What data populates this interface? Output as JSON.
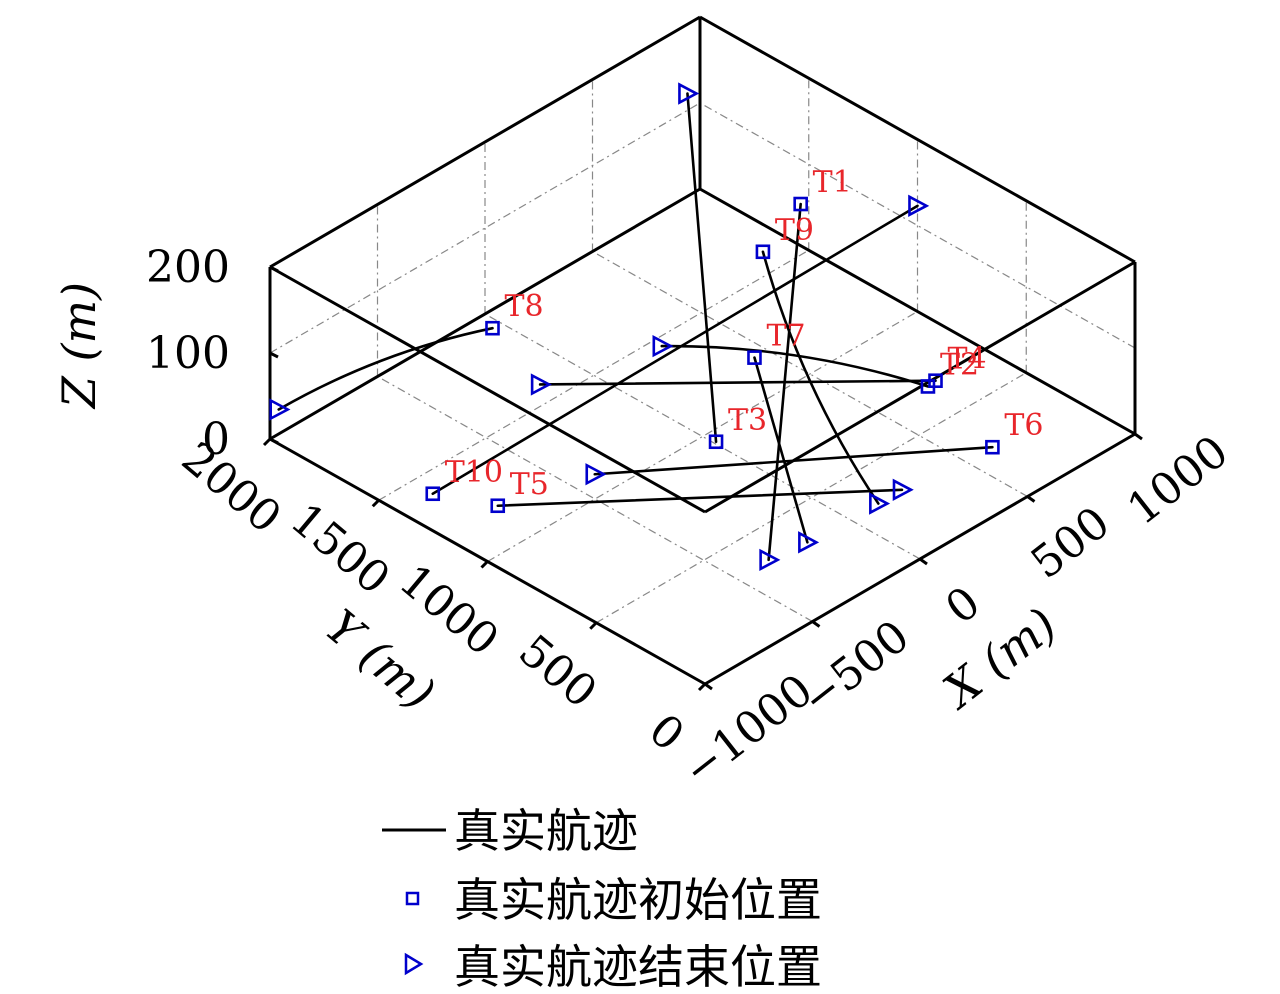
{
  "chart_data": {
    "type": "line3d",
    "xlabel": "X (m)",
    "ylabel": "Y (m)",
    "zlabel": "Z (m)",
    "xlim": [
      -1000,
      1000
    ],
    "ylim": [
      0,
      2000
    ],
    "zlim": [
      0,
      200
    ],
    "x_ticks": [
      -1000,
      -500,
      0,
      500,
      1000
    ],
    "x_tick_labels": [
      "−1000",
      "−500",
      "0",
      "500",
      "1000"
    ],
    "y_ticks": [
      0,
      500,
      1000,
      1500,
      2000
    ],
    "y_tick_labels": [
      "0",
      "500",
      "1000",
      "1500",
      "2000"
    ],
    "z_ticks": [
      0,
      100,
      200
    ],
    "z_tick_labels": [
      "0",
      "100",
      "200"
    ],
    "grid": true,
    "legend": {
      "placement": "bottom",
      "entries": [
        {
          "label": "真实航迹",
          "marker": "line",
          "color": "#000000"
        },
        {
          "label": "真实航迹初始位置",
          "marker": "square",
          "color": "#0000cc"
        },
        {
          "label": "真实航迹结束位置",
          "marker": "triangle-right",
          "color": "#0000cc"
        }
      ]
    },
    "colors": {
      "track": "#000000",
      "marker": "#0000cc",
      "label": "#e8262b"
    },
    "tracks": [
      {
        "name": "T1",
        "start": [
          750,
          1290,
          120
        ],
        "end": [
          -350,
          350,
          0
        ],
        "curve": false
      },
      {
        "name": "T2",
        "start": [
          300,
          260,
          120
        ],
        "end": [
          -250,
          940,
          150
        ],
        "curve": true
      },
      {
        "name": "T3",
        "start": [
          -200,
          740,
          60
        ],
        "end": [
          800,
          1860,
          160
        ],
        "curve": false
      },
      {
        "name": "T4",
        "start": [
          760,
          680,
          0
        ],
        "end": [
          -300,
          1450,
          40
        ],
        "curve": false
      },
      {
        "name": "T5",
        "start": [
          -750,
          1200,
          0
        ],
        "end": [
          240,
          320,
          0
        ],
        "curve": false
      },
      {
        "name": "T6",
        "start": [
          620,
          280,
          0
        ],
        "end": [
          -400,
          1100,
          0
        ],
        "curve": false
      },
      {
        "name": "T7",
        "start": [
          90,
          850,
          100
        ],
        "end": [
          -190,
          330,
          0
        ],
        "curve": false
      },
      {
        "name": "T8",
        "start": [
          -390,
          1580,
          100
        ],
        "end": [
          -1000,
          1960,
          40
        ],
        "curve": true
      },
      {
        "name": "T9",
        "start": [
          190,
          910,
          200
        ],
        "end": [
          130,
          320,
          0
        ],
        "curve": true
      },
      {
        "name": "T10",
        "start": [
          -850,
          1400,
          0
        ],
        "end": [
          1010,
          1010,
          120
        ],
        "curve": false
      }
    ]
  }
}
